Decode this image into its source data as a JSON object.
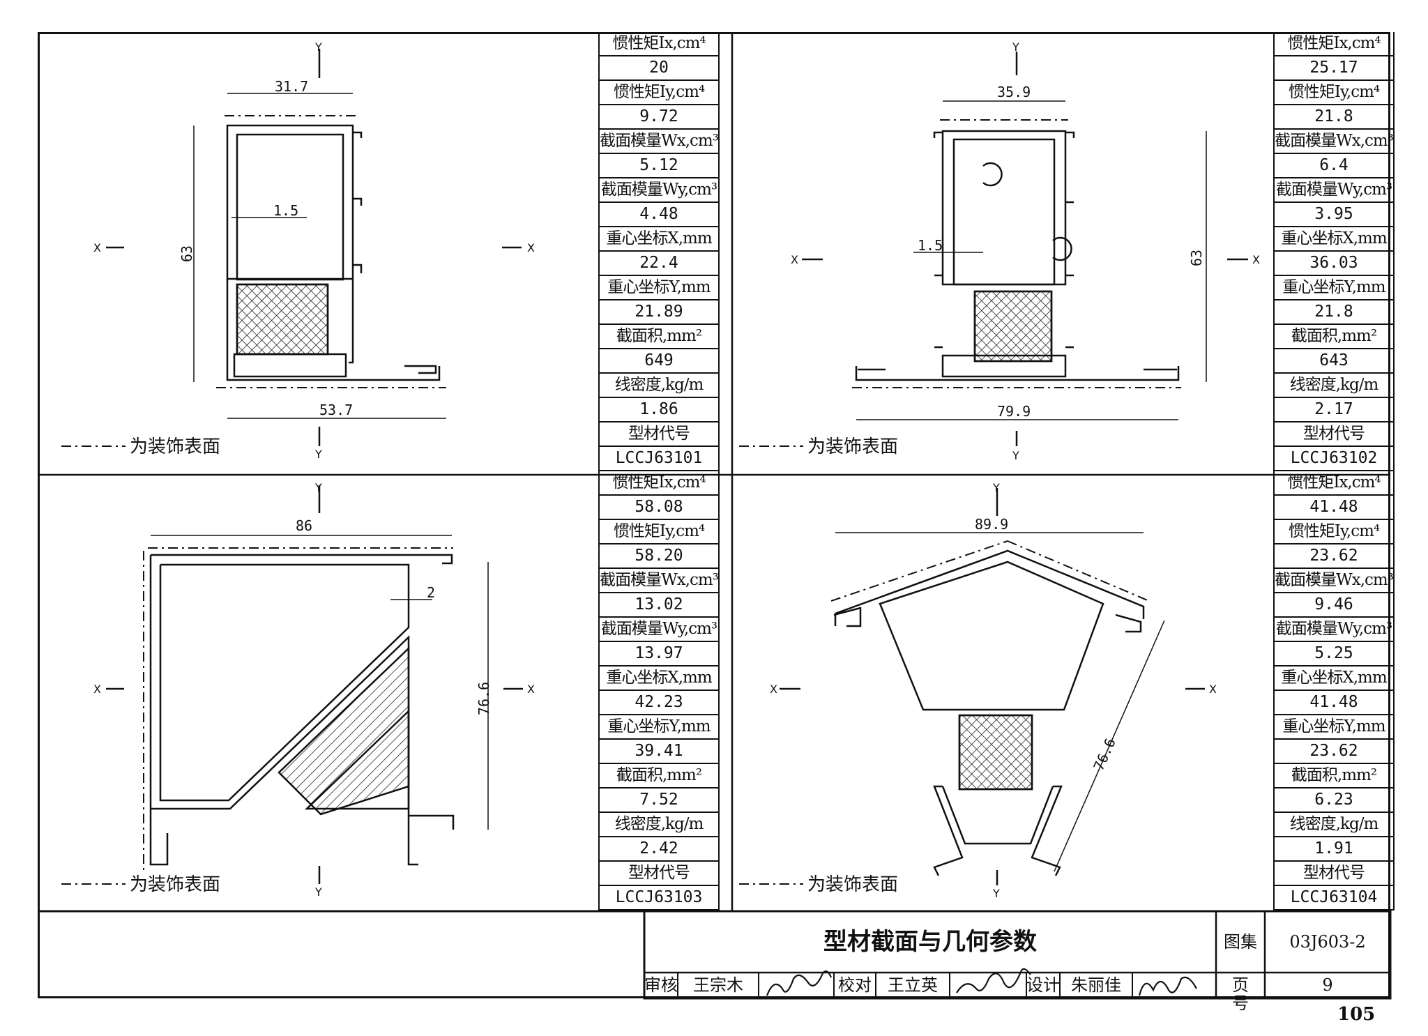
{
  "legend_text": "为装饰表面",
  "axes": {
    "x": "X",
    "y": "Y"
  },
  "profiles": [
    {
      "rows": [
        {
          "label": "惯性矩Ix,cm⁴",
          "value": "20"
        },
        {
          "label": "惯性矩Iy,cm⁴",
          "value": "9.72"
        },
        {
          "label": "截面模量Wx,cm³",
          "value": "5.12"
        },
        {
          "label": "截面模量Wy,cm³",
          "value": "4.48"
        },
        {
          "label": "重心坐标X,mm",
          "value": "22.4"
        },
        {
          "label": "重心坐标Y,mm",
          "value": "21.89"
        },
        {
          "label": "截面积,mm²",
          "value": "649"
        },
        {
          "label": "线密度,kg/m",
          "value": "1.86"
        },
        {
          "label": "型材代号",
          "value": "LCCJ63101"
        }
      ],
      "dims": {
        "top": "31.7",
        "bottom": "53.7",
        "height": "63",
        "wall": "1.5"
      }
    },
    {
      "rows": [
        {
          "label": "惯性矩Ix,cm⁴",
          "value": "25.17"
        },
        {
          "label": "惯性矩Iy,cm⁴",
          "value": "21.8"
        },
        {
          "label": "截面模量Wx,cm³",
          "value": "6.4"
        },
        {
          "label": "截面模量Wy,cm³",
          "value": "3.95"
        },
        {
          "label": "重心坐标X,mm",
          "value": "36.03"
        },
        {
          "label": "重心坐标Y,mm",
          "value": "21.8"
        },
        {
          "label": "截面积,mm²",
          "value": "643"
        },
        {
          "label": "线密度,kg/m",
          "value": "2.17"
        },
        {
          "label": "型材代号",
          "value": "LCCJ63102"
        }
      ],
      "dims": {
        "top": "35.9",
        "bottom": "79.9",
        "height": "63",
        "wall": "1.5"
      }
    },
    {
      "rows": [
        {
          "label": "惯性矩Ix,cm⁴",
          "value": "58.08"
        },
        {
          "label": "惯性矩Iy,cm⁴",
          "value": "58.20"
        },
        {
          "label": "截面模量Wx,cm³",
          "value": "13.02"
        },
        {
          "label": "截面模量Wy,cm³",
          "value": "13.97"
        },
        {
          "label": "重心坐标X,mm",
          "value": "42.23"
        },
        {
          "label": "重心坐标Y,mm",
          "value": "39.41"
        },
        {
          "label": "截面积,mm²",
          "value": "7.52"
        },
        {
          "label": "线密度,kg/m",
          "value": "2.42"
        },
        {
          "label": "型材代号",
          "value": "LCCJ63103"
        }
      ],
      "dims": {
        "top": "86",
        "height": "76.6",
        "wall": "2"
      }
    },
    {
      "rows": [
        {
          "label": "惯性矩Ix,cm⁴",
          "value": "41.48"
        },
        {
          "label": "惯性矩Iy,cm⁴",
          "value": "23.62"
        },
        {
          "label": "截面模量Wx,cm³",
          "value": "9.46"
        },
        {
          "label": "截面模量Wy,cm³",
          "value": "5.25"
        },
        {
          "label": "重心坐标X,mm",
          "value": "41.48"
        },
        {
          "label": "重心坐标Y,mm",
          "value": "23.62"
        },
        {
          "label": "截面积,mm²",
          "value": "6.23"
        },
        {
          "label": "线密度,kg/m",
          "value": "1.91"
        },
        {
          "label": "型材代号",
          "value": "LCCJ63104"
        }
      ],
      "dims": {
        "top": "89.9",
        "diag": "76.6"
      }
    }
  ],
  "title_block": {
    "title": "型材截面与几何参数",
    "atlas_label": "图集号",
    "atlas_no": "03J603-2",
    "review_label": "审核",
    "reviewer": "王宗木",
    "check_label": "校对",
    "checker": "王立英",
    "design_label": "设计",
    "designer": "朱丽佳",
    "page_label": "页",
    "page": "9"
  },
  "page_number": "105"
}
